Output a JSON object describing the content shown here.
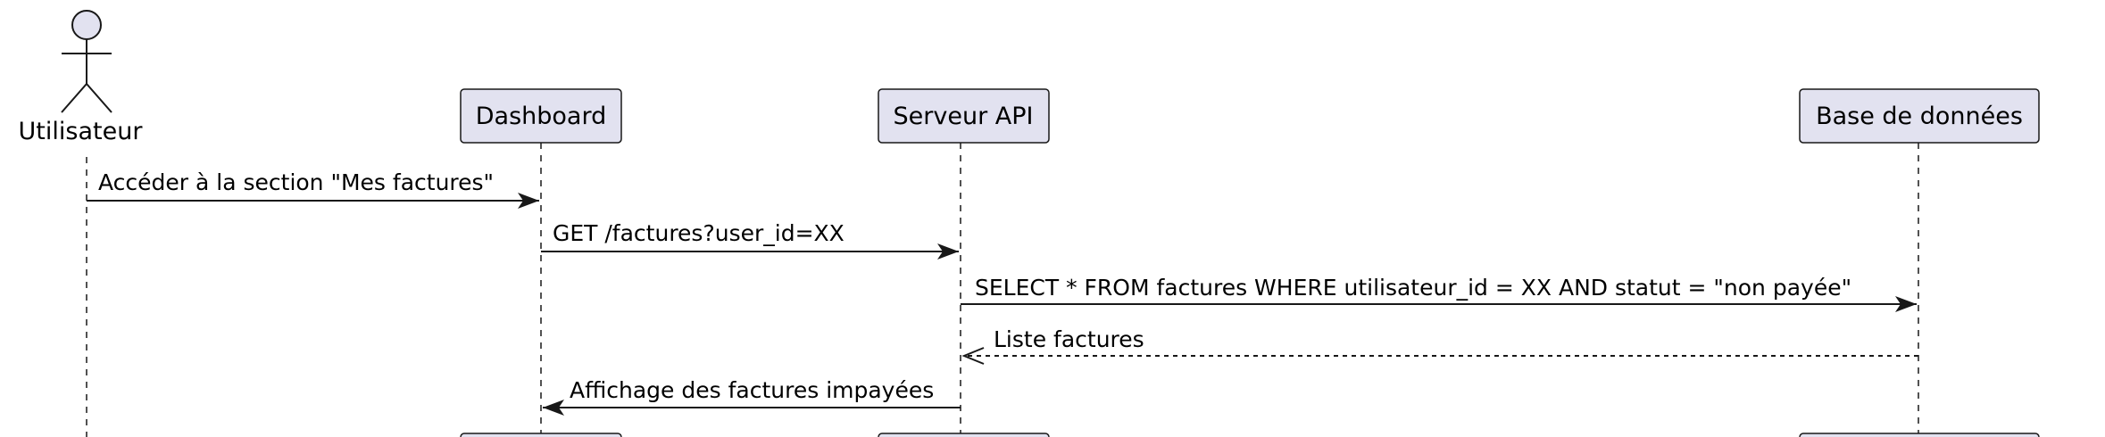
{
  "diagram": {
    "type": "sequence",
    "colors": {
      "participant_fill": "#e2e2f0",
      "line": "#181818",
      "text": "#000000",
      "background": "#ffffff"
    },
    "participants": [
      {
        "id": "user",
        "label": "Utilisateur",
        "kind": "actor"
      },
      {
        "id": "dashboard",
        "label": "Dashboard",
        "kind": "participant"
      },
      {
        "id": "api",
        "label": "Serveur API",
        "kind": "participant"
      },
      {
        "id": "db",
        "label": "Base de données",
        "kind": "participant"
      }
    ],
    "messages": [
      {
        "from": "user",
        "to": "dashboard",
        "label": "Accéder à la section \"Mes factures\"",
        "style": "solid"
      },
      {
        "from": "dashboard",
        "to": "api",
        "label": "GET /factures?user_id=XX",
        "style": "solid"
      },
      {
        "from": "api",
        "to": "db",
        "label": "SELECT * FROM factures WHERE utilisateur_id = XX AND statut = \"non payée\"",
        "style": "solid"
      },
      {
        "from": "db",
        "to": "api",
        "label": "Liste factures",
        "style": "dashed"
      },
      {
        "from": "api",
        "to": "dashboard",
        "label": "Affichage des factures impayées",
        "style": "solid"
      }
    ]
  }
}
